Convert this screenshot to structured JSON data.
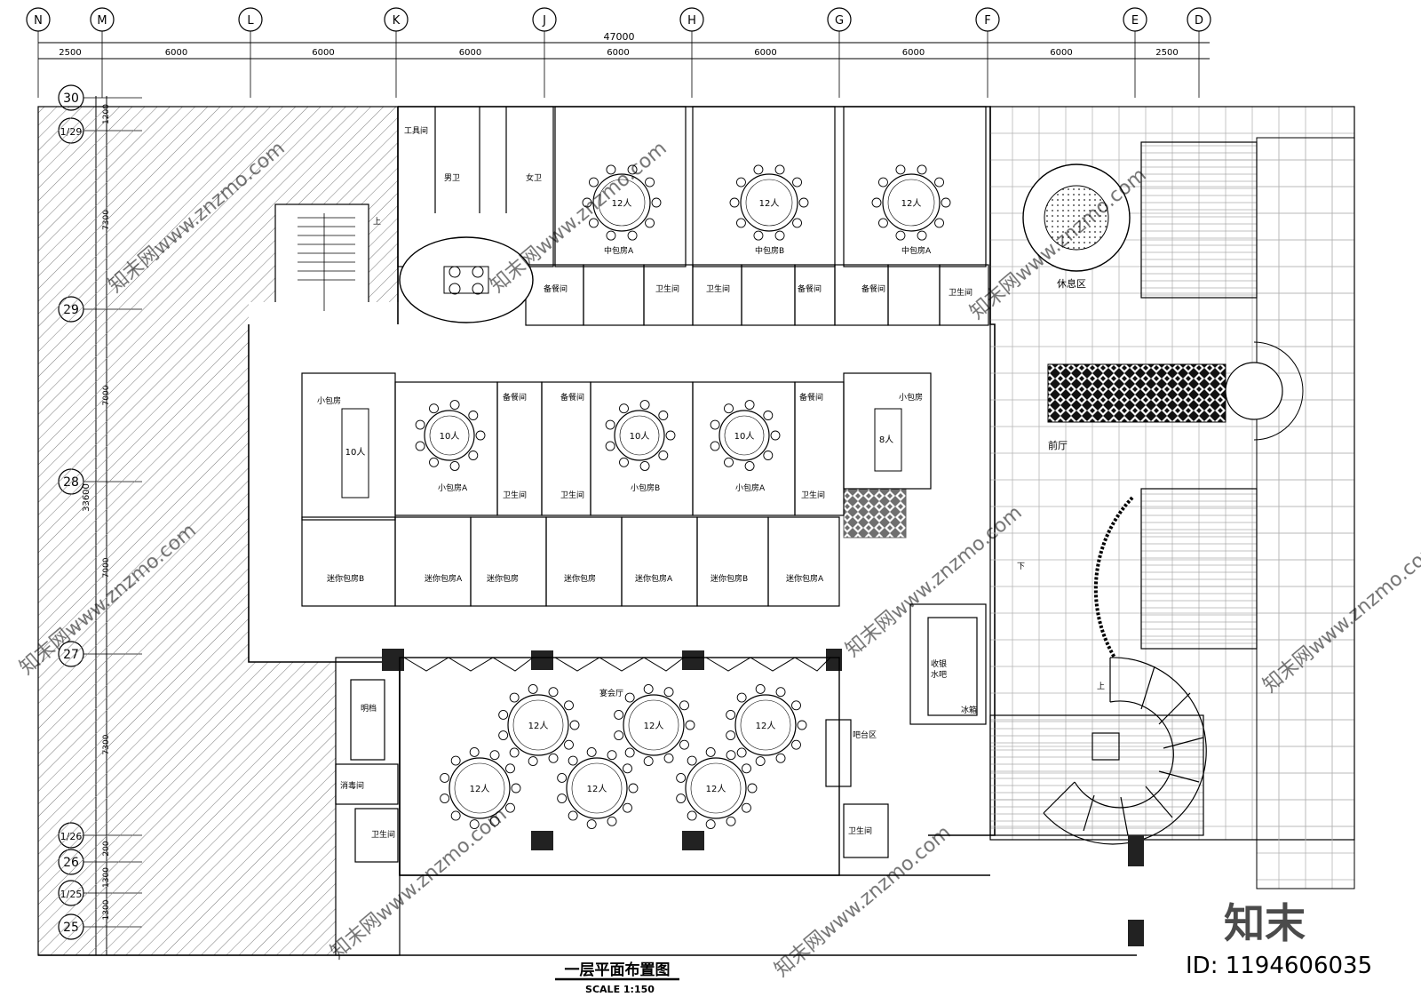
{
  "drawing": {
    "title": "一层平面布置图",
    "scale": "SCALE 1:150",
    "total_dimension": "47000",
    "left_total_dimension": "33600"
  },
  "axes_top": [
    {
      "label": "N"
    },
    {
      "label": "M"
    },
    {
      "label": "L"
    },
    {
      "label": "K"
    },
    {
      "label": "J"
    },
    {
      "label": "H"
    },
    {
      "label": "G"
    },
    {
      "label": "F"
    },
    {
      "label": "E"
    },
    {
      "label": "D"
    }
  ],
  "top_dims": [
    "2500",
    "6000",
    "6000",
    "6000",
    "6000",
    "6000",
    "6000",
    "6000",
    "2500"
  ],
  "axes_left": [
    {
      "label": "30"
    },
    {
      "label": "1/29"
    },
    {
      "label": "29"
    },
    {
      "label": "28"
    },
    {
      "label": "27"
    },
    {
      "label": "1/26"
    },
    {
      "label": "26"
    },
    {
      "label": "1/25"
    },
    {
      "label": "25"
    }
  ],
  "left_dims": [
    "1200",
    "7300",
    "7000",
    "7000",
    "7300",
    "200",
    "1300",
    "1300"
  ],
  "rooms": {
    "tool_room": "工具间",
    "mens_wc": "男卫",
    "womens_wc": "女卫",
    "up": "上",
    "mid_a1": "中包房A",
    "mid_b": "中包房B",
    "mid_a2": "中包房A",
    "pantry1": "备餐间",
    "wc1": "卫生间",
    "wc2": "卫生间",
    "pantry2": "备餐间",
    "pantry3": "备餐间",
    "wc3": "卫生间",
    "rest_area": "休息区",
    "small_room_left": "小包房",
    "small_a1": "小包房A",
    "pantry4": "备餐间",
    "pantry5": "备餐间",
    "small_b": "小包房B",
    "small_a2": "小包房A",
    "pantry6": "备餐间",
    "small_room_right": "小包房",
    "wc4": "卫生间",
    "wc5": "卫生间",
    "wc6": "卫生间",
    "lobby": "前厅",
    "down": "下",
    "mini_b1": "迷你包房B",
    "mini_a1": "迷你包房A",
    "mini1": "迷你包房",
    "mini2": "迷你包房",
    "mini_a2": "迷你包房A",
    "mini_b2": "迷你包房B",
    "mini_a3": "迷你包房A",
    "cashier": "收银\n水吧",
    "fridge": "冰箱",
    "banquet": "宴会厅",
    "bar": "吧台区",
    "open_stall": "明档",
    "disinfect": "消毒间",
    "wc7": "卫生间",
    "wc8": "卫生间",
    "up2": "上"
  },
  "tables": {
    "t12a": "12人",
    "t12b": "12人",
    "t12c": "12人",
    "t10a": "10人",
    "t10b": "10人",
    "t10c": "10人",
    "t10d": "10人",
    "t8": "8人",
    "b1": "12人",
    "b2": "12人",
    "b3": "12人",
    "b4": "12人",
    "b5": "12人",
    "b6": "12人"
  },
  "watermark": {
    "text": "知末网www.znzmo.com",
    "logo": "知末",
    "id": "ID: 1194606035"
  }
}
